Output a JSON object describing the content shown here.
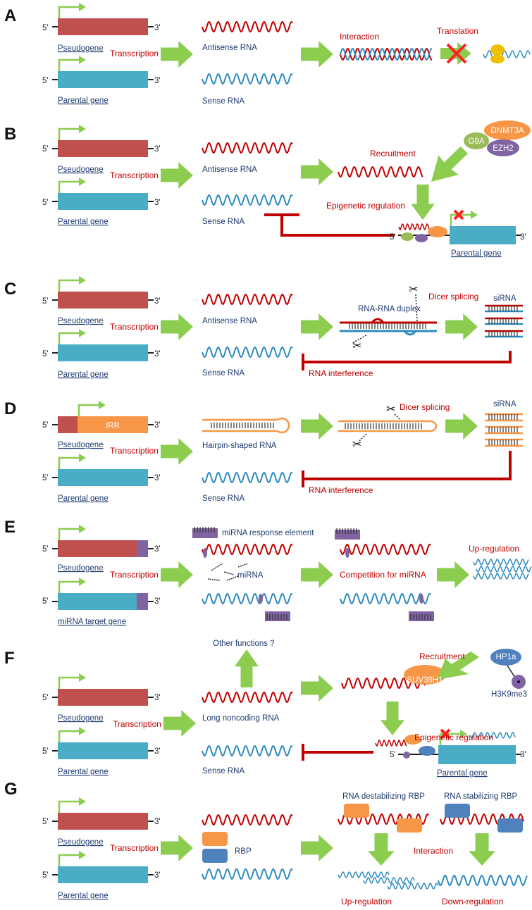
{
  "ends": {
    "five": "5'",
    "three": "3'"
  },
  "colors": {
    "pseudogene": "#c0504d",
    "parental": "#4bacc6",
    "arrow": "#8ccd50",
    "red": "#c00000",
    "sense": "#2e8bc0",
    "orange": "#f79646",
    "purple": "#8064a2",
    "green": "#9bbb59"
  },
  "panels": {
    "A": {
      "letter": "A",
      "pseudogene": "Pseudogene",
      "parental": "Parental gene",
      "transcription": "Transcription",
      "antisense": "Antisense RNA",
      "sense": "Sense RNA",
      "interaction": "Interaction",
      "translation": "Translation"
    },
    "B": {
      "letter": "B",
      "pseudogene": "Pseudogene",
      "parental": "Parental gene",
      "transcription": "Transcription",
      "antisense": "Antisense RNA",
      "sense": "Sense RNA",
      "recruitment": "Recruitment",
      "epigenetic": "Epigenetic regulation",
      "dnmt3a": "DNMT3A",
      "g9a": "G9A",
      "ezh2": "EZH2",
      "parental2": "Parental gene"
    },
    "C": {
      "letter": "C",
      "pseudogene": "Pseudogene",
      "parental": "Parental gene",
      "transcription": "Transcription",
      "antisense": "Antisense RNA",
      "sense": "Sense RNA",
      "duplex": "RNA-RNA duplex",
      "dicer": "Dicer splicing",
      "sirna": "siRNA",
      "interference": "RNA interference"
    },
    "D": {
      "letter": "D",
      "irr": "IRR",
      "pseudogene": "Pseudogene",
      "parental": "Parental gene",
      "transcription": "Transcription",
      "hairpin": "Hairpin-shaped RNA",
      "sense": "Sense RNA",
      "dicer": "Dicer splicing",
      "sirna": "siRNA",
      "interference": "RNA interference"
    },
    "E": {
      "letter": "E",
      "pseudogene": "Pseudogene",
      "target": "miRNA target gene",
      "transcription": "Transcription",
      "mre": "miRNA response element",
      "mirna": "miRNA",
      "competition": "Competition for miRNA",
      "upregulation": "Up-regulation"
    },
    "F": {
      "letter": "F",
      "pseudogene": "Pseudogene",
      "parental": "Parental gene",
      "transcription": "Transcription",
      "lncrna": "Long noncoding RNA",
      "sense": "Sense RNA",
      "other": "Other functions ?",
      "recruitment": "Recruitment",
      "suv": "SUV39H1",
      "hp1a": "HP1a",
      "h3k9": "H3K9me3",
      "epigenetic": "Epigenetic regulation",
      "parental2": "Parental gene"
    },
    "G": {
      "letter": "G",
      "pseudogene": "Pseudogene",
      "parental": "Parental gene",
      "transcription": "Transcription",
      "rbp": "RBP",
      "destab": "RNA destabilizing RBP",
      "stab": "RNA stabilizing RBP",
      "interaction": "Interaction",
      "up": "Up-regulation",
      "down": "Down-regulation"
    }
  }
}
